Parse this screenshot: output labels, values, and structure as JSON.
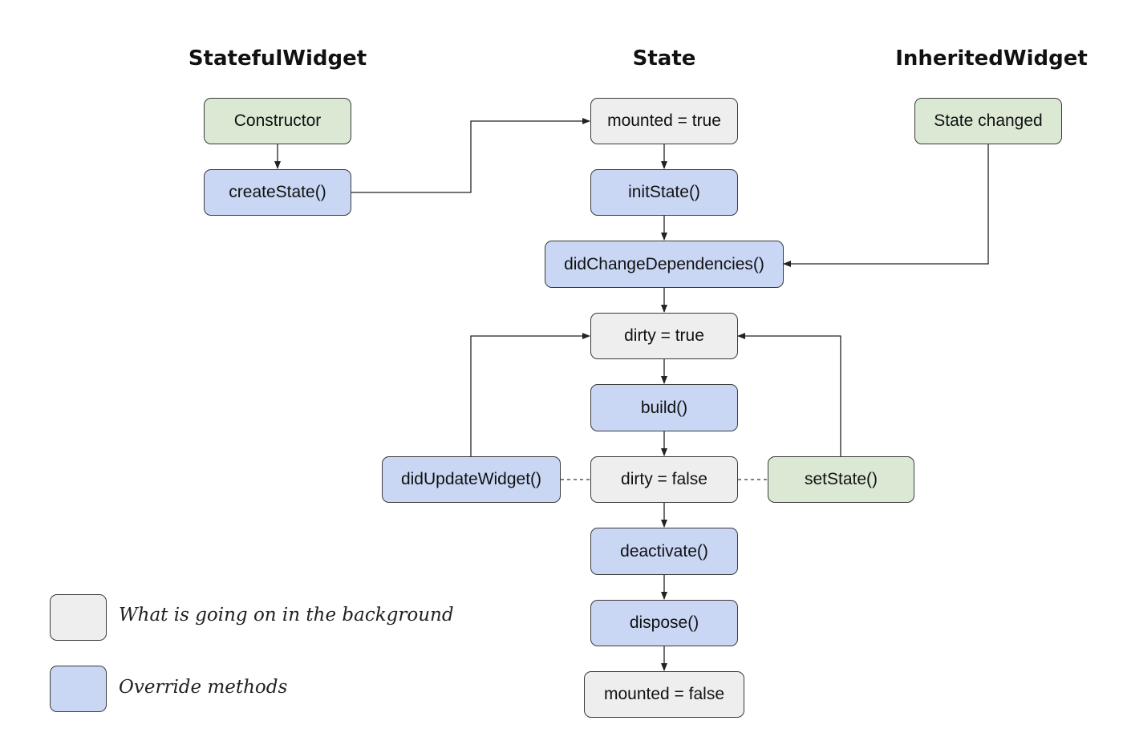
{
  "columns": {
    "stateful_widget": "StatefulWidget",
    "state": "State",
    "inherited_widget": "InheritedWidget"
  },
  "nodes": {
    "constructor": "Constructor",
    "create_state": "createState()",
    "mounted_true": "mounted = true",
    "init_state": "initState()",
    "did_change_dependencies": "didChangeDependencies()",
    "dirty_true": "dirty = true",
    "build": "build()",
    "dirty_false": "dirty = false",
    "did_update_widget": "didUpdateWidget()",
    "set_state": "setState()",
    "deactivate": "deactivate()",
    "dispose": "dispose()",
    "mounted_false": "mounted = false",
    "state_changed": "State changed"
  },
  "legend": {
    "background": "What is going on in the background",
    "override": "Override methods"
  },
  "colors": {
    "background_fill": "#eeeeee",
    "override_fill": "#c9d7f5",
    "trigger_fill": "#dbe8d4",
    "stroke": "#3a3a3a"
  }
}
